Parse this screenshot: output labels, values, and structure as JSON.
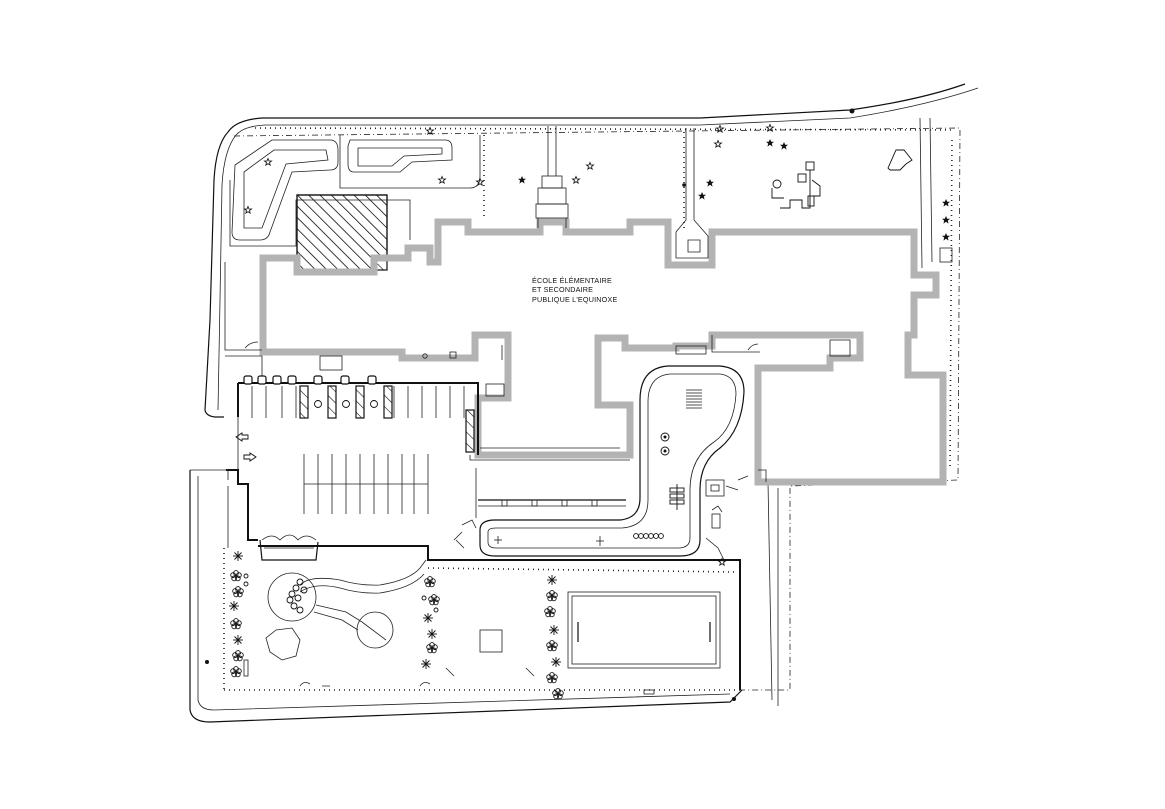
{
  "building": {
    "name_lines": [
      "ÉCOLE ÉLÉMENTAIRE",
      "ET SECONDAIRE",
      "PUBLIQUE L'EQUINOXE"
    ]
  },
  "colors": {
    "line": "#111111",
    "wall": "#b3b3b3",
    "background": "#ffffff"
  },
  "icons": [
    "tree-icon",
    "star-shrub-icon",
    "accessible-parking-icon",
    "arrow-icon",
    "play-structure-icon"
  ]
}
